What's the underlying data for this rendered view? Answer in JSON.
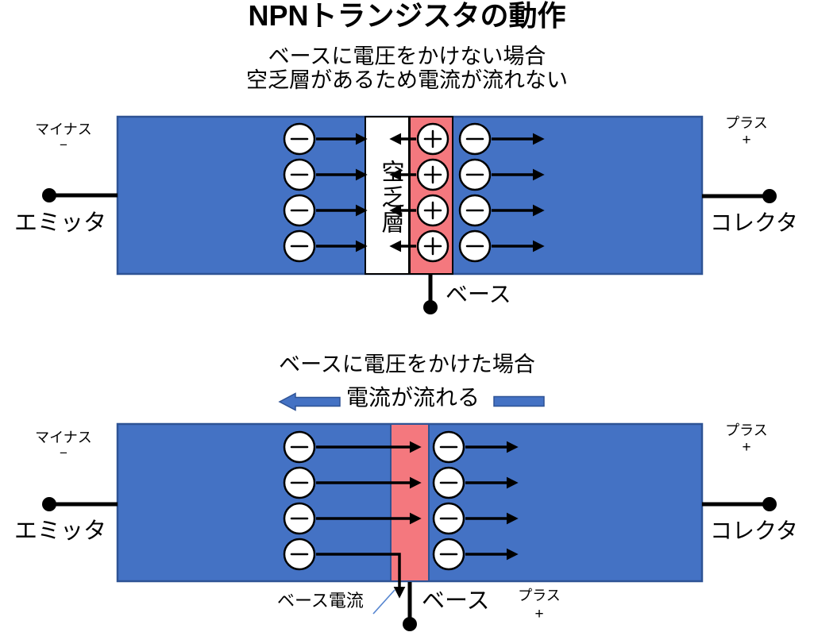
{
  "colors": {
    "blue": "#4472C4",
    "blue_border": "#2E5395",
    "pink": "#F4787E",
    "callout": "#5585D0"
  },
  "title": "NPNトランジスタの動作",
  "icons": {
    "minus_charge": "−",
    "plus_charge": "+",
    "terminal_dot": "●",
    "flow_arrow": "←"
  },
  "top": {
    "subtitle1": "ベースに電圧をかけない場合",
    "subtitle2": "空乏層があるため電流が流れない",
    "depletion_label": "空乏層",
    "left": {
      "polarity": "マイナス",
      "sign": "−",
      "terminal": "エミッタ"
    },
    "right": {
      "polarity": "プラス",
      "sign": "+",
      "terminal": "コレクタ"
    },
    "base": {
      "terminal": "ベース"
    }
  },
  "bottom": {
    "subtitle": "ベースに電圧をかけた場合",
    "flow_label": "電流が流れる",
    "left": {
      "polarity": "マイナス",
      "sign": "−",
      "terminal": "エミッタ"
    },
    "right": {
      "polarity": "プラス",
      "sign": "+",
      "terminal": "コレクタ"
    },
    "base": {
      "terminal": "ベース",
      "polarity": "プラス",
      "sign": "+",
      "current_label": "ベース電流"
    }
  }
}
